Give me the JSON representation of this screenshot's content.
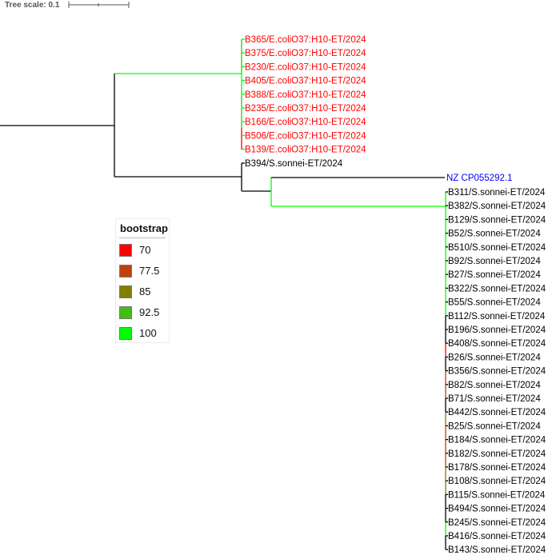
{
  "scale_bar": {
    "label": "Tree scale: 0.1"
  },
  "legend": {
    "title": "bootstrap",
    "items": [
      {
        "label": "70",
        "color": "#ff0000"
      },
      {
        "label": "77.5",
        "color": "#c0400d"
      },
      {
        "label": "85",
        "color": "#808000"
      },
      {
        "label": "92.5",
        "color": "#40bf10"
      },
      {
        "label": "100",
        "color": "#00ff00"
      }
    ]
  },
  "colors": {
    "ecoli_label": "#ff0000",
    "reference_label": "#0000ff",
    "default": "#000000"
  },
  "tree": {
    "ecoli_clade": [
      "B365/E.coliO37:H10-ET/2024",
      "B375/E.coliO37:H10-ET/2024",
      "B230/E.coliO37:H10-ET/2024",
      "B405/E.coliO37:H10-ET/2024",
      "B388/E.coliO37:H10-ET/2024",
      "B235/E.coliO37:H10-ET/2024",
      "B166/E.coliO37:H10-ET/2024",
      "B506/E.coliO37:H10-ET/2024",
      "B139/E.coliO37:H10-ET/2024"
    ],
    "outlier": "B394/S.sonnei-ET/2024",
    "reference": "NZ CP055292.1",
    "sonnei_clade": [
      "B311/S.sonnei-ET/2024",
      "B382/S.sonnei-ET/2024",
      "B129/S.sonnei-ET/2024",
      "B52/S.sonnei-ET/2024",
      "B510/S.sonnei-ET/2024",
      "B92/S.sonnei-ET/2024",
      "B27/S.sonnei-ET/2024",
      "B322/S.sonnei-ET/2024",
      "B55/S.sonnei-ET/2024",
      "B112/S.sonnei-ET/2024",
      "B196/S.sonnei-ET/2024",
      "B408/S.sonnei-ET/2024",
      "B26/S.sonnei-ET/2024",
      "B356/S.sonnei-ET/2024",
      "B82/S.sonnei-ET/2024",
      "B71/S.sonnei-ET/2024",
      "B442/S.sonnei-ET/2024",
      "B25/S.sonnei-ET/2024",
      "B184/S.sonnei-ET/2024",
      "B182/S.sonnei-ET/2024",
      "B178/S.sonnei-ET/2024",
      "B108/S.sonnei-ET/2024",
      "B115/S.sonnei-ET/2024",
      "B494/S.sonnei-ET/2024",
      "B245/S.sonnei-ET/2024",
      "B416/S.sonnei-ET/2024",
      "B143/S.sonnei-ET/2024"
    ]
  }
}
